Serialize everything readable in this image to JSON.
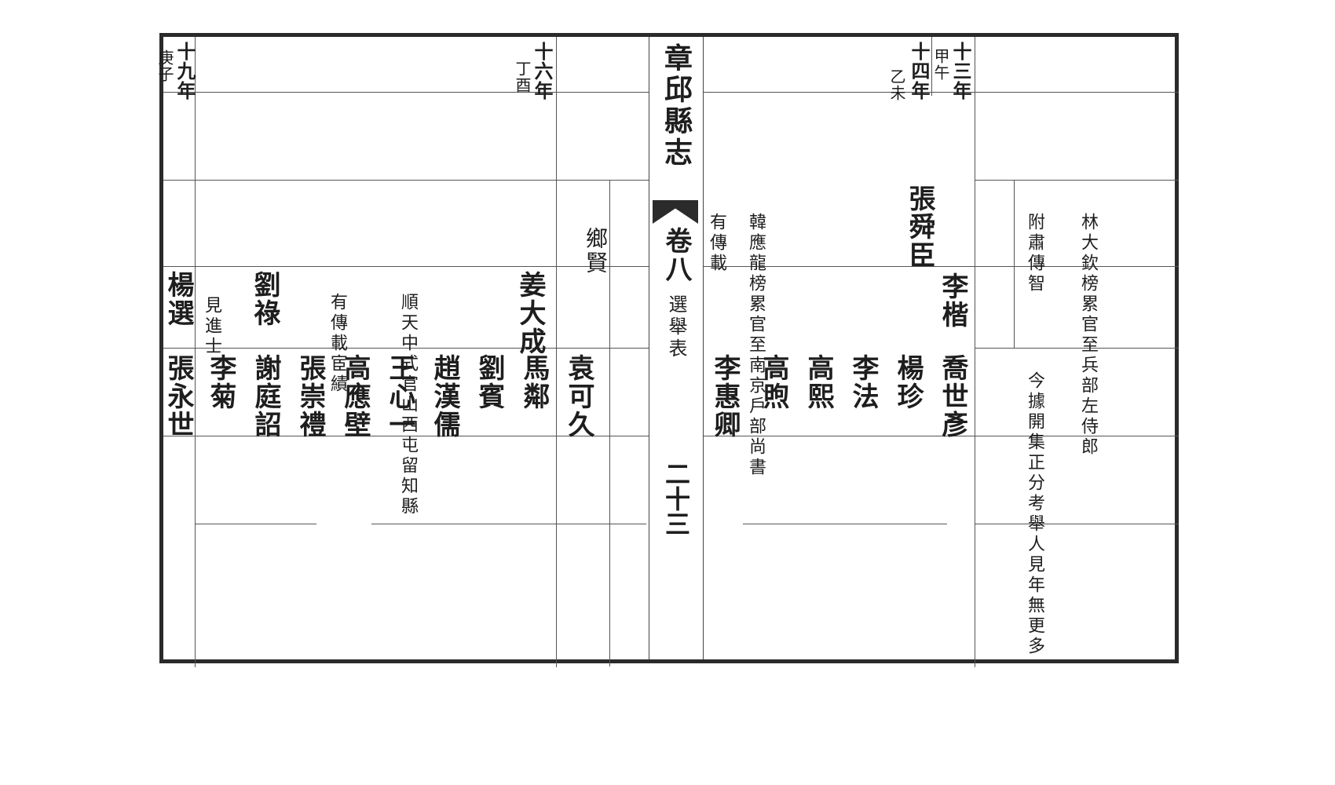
{
  "center": {
    "title": "章邱縣志",
    "juan": "卷八",
    "section": "選舉表",
    "page_no": "二十三"
  },
  "left_page": {
    "year_19": "十九年",
    "year_19_ganzhi": "庚子",
    "year_16": "十六年",
    "year_16_ganzhi": "丁酉",
    "label_xiangxian": "鄉賢",
    "jiang_dacheng": "姜大成",
    "jiang_note_a": "順天中式官山西屯留知縣",
    "jiang_note_b": "有傳載宦績",
    "liu_lu": "劉祿",
    "liu_note": "見進士",
    "yang_xuan": "楊選",
    "names": [
      "袁可久",
      "馬鄰",
      "劉賓",
      "趙漢儒",
      "王心一",
      "高應壁",
      "張崇禮",
      "謝庭詔",
      "李菊",
      "張永世"
    ]
  },
  "right_page": {
    "year_13": "十三年",
    "year_13_ganzhi": "甲午",
    "year_14": "十四年",
    "year_14_ganzhi": "乙未",
    "zhang_shunchen": "張舜臣",
    "zhang_note_a": "韓應龍榜累官至南京戶部尚書",
    "zhang_note_b": "有傳載",
    "lin_note_a": "林大欽榜累官至兵部左侍郎",
    "lin_note_b": "附肅傳智",
    "li_kai": "李楷",
    "names": [
      "喬世彥",
      "楊珍",
      "李法",
      "高熙",
      "高煦",
      "李惠卿"
    ],
    "footnote": "今據開集正分考舉人見年無更多"
  }
}
